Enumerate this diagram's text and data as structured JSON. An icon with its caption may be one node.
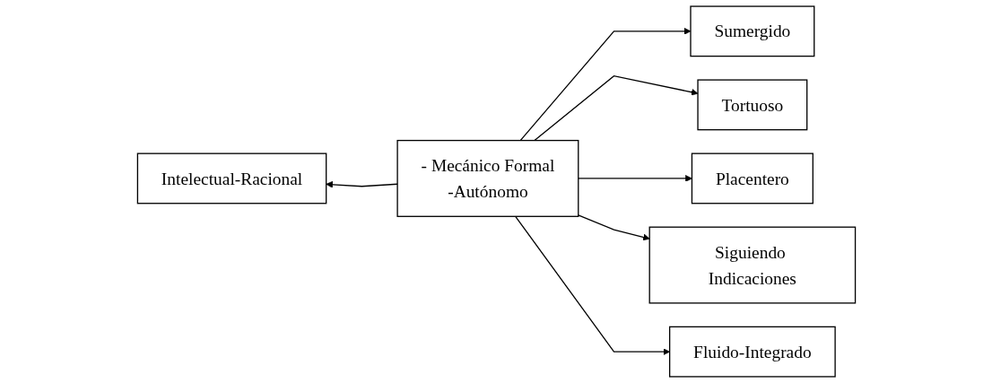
{
  "diagram": {
    "nodes": [
      {
        "text": [
          "Intelectual-Racional"
        ]
      },
      {
        "text": [
          "Sumergido"
        ]
      },
      {
        "text": [
          "Tortuoso"
        ]
      },
      {
        "text": [
          "- Mecánico Formal",
          "-Autónomo"
        ]
      },
      {
        "text": [
          "Placentero"
        ]
      },
      {
        "text": [
          "Siguiendo Indicaciones"
        ]
      },
      {
        "text": [
          "Fluido-Integrado"
        ]
      }
    ],
    "edges": [
      {
        "from": 3,
        "to": 0,
        "arrow": "to"
      },
      {
        "from": 3,
        "to": 1,
        "arrow": "to"
      },
      {
        "from": 3,
        "to": 2,
        "arrow": "to"
      },
      {
        "from": 3,
        "to": 4,
        "arrow": "to"
      },
      {
        "from": 3,
        "to": 5,
        "arrow": "to"
      },
      {
        "from": 3,
        "to": 6,
        "arrow": "to"
      }
    ]
  }
}
